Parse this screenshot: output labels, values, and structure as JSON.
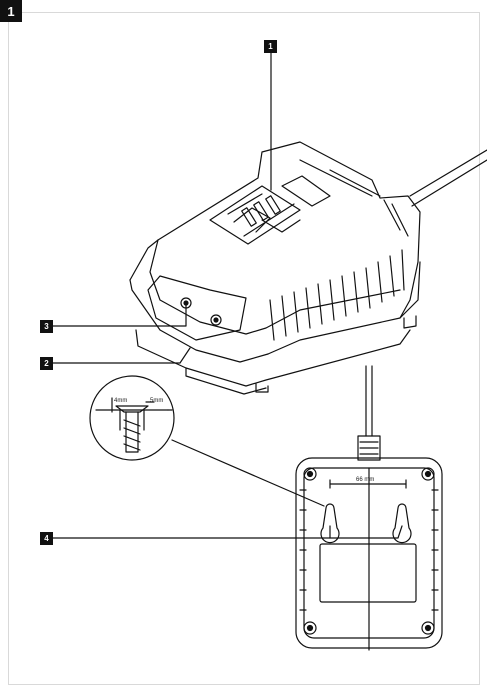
{
  "figure": {
    "number": "1"
  },
  "callouts": [
    {
      "id": "1"
    },
    {
      "id": "3"
    },
    {
      "id": "2"
    },
    {
      "id": "4"
    }
  ],
  "detail": {
    "depth_label": "4mm",
    "diameter_label": "5mm"
  },
  "mount": {
    "spacing_label": "66 mm"
  },
  "colors": {
    "ink": "#111111",
    "frame": "#d9d9d9",
    "background": "#ffffff"
  }
}
